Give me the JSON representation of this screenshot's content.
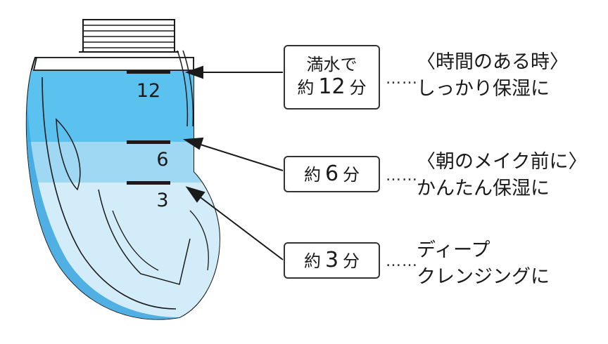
{
  "colors": {
    "water_dark": "#5bc1ee",
    "water_mid": "#9fd8f3",
    "water_light": "#d2ecf9",
    "container_shade": "#3aa6df",
    "outline": "#1a1a1a"
  },
  "marks": [
    {
      "label": "12"
    },
    {
      "label": "6"
    },
    {
      "label": "3"
    }
  ],
  "callouts": [
    {
      "box_line1": "満水で",
      "box_prefix": "約",
      "box_num": "12",
      "box_suffix": "分",
      "dots": "……",
      "desc1": "〈時間のある時〉",
      "desc2": "しっかり保湿に"
    },
    {
      "box_prefix": "約",
      "box_num": "6",
      "box_suffix": "分",
      "dots": "……",
      "desc1": "〈朝のメイク前に〉",
      "desc2": "かんたん保湿に"
    },
    {
      "box_prefix": "約",
      "box_num": "3",
      "box_suffix": "分",
      "dots": "……",
      "desc1": "ディープ",
      "desc2": "クレンジングに"
    }
  ]
}
